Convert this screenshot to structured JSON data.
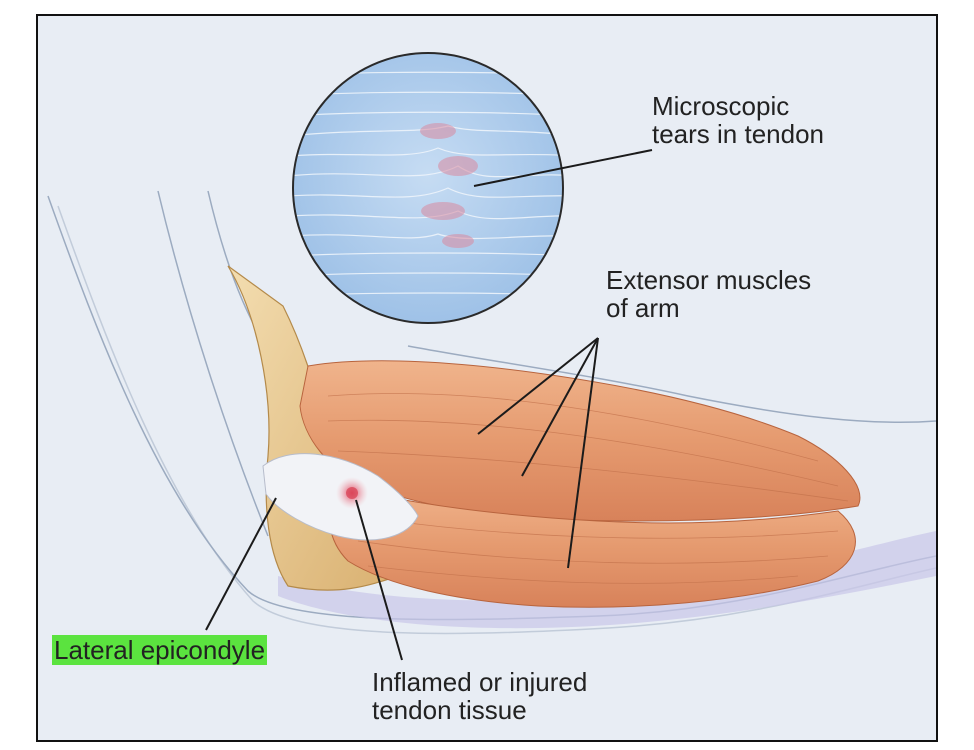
{
  "labels": {
    "microscopic_tears": "Microscopic\ntears in tendon",
    "extensor_muscles": "Extensor muscles\nof arm",
    "lateral_epicondyle": "Lateral epicondyle",
    "inflamed_tissue": "Inflamed or injured\ntendon tissue"
  },
  "colors": {
    "highlight": "#5be33f",
    "muscle": "#e59a6f",
    "bone": "#e9c98c",
    "tendon": "#f2f3f7",
    "inflammation": "#d9475a",
    "background": "#e8edf4",
    "magnifier": "#a9c8ea"
  }
}
